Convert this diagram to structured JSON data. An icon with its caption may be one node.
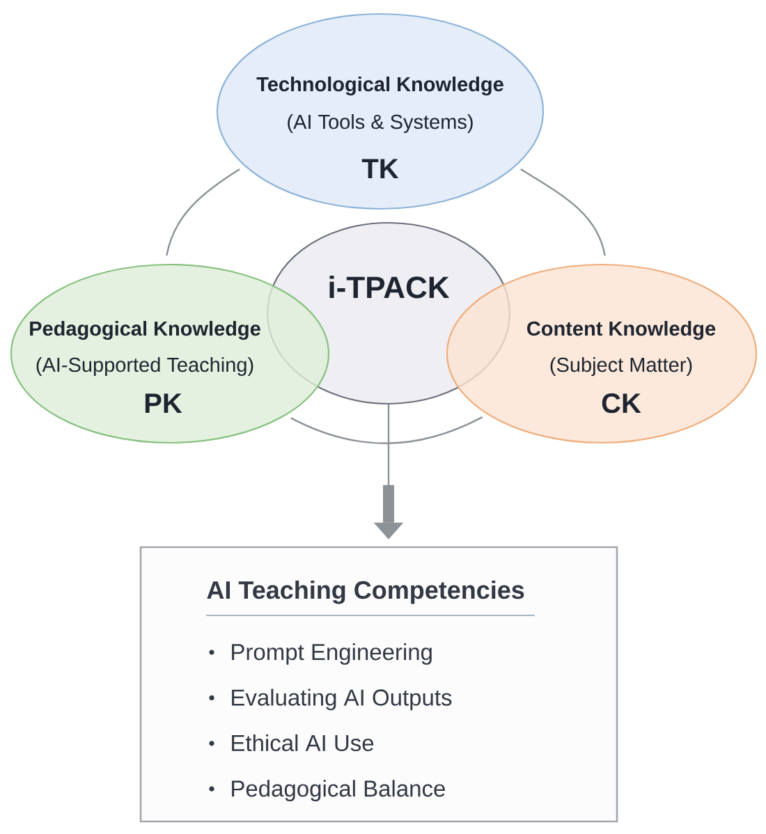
{
  "diagram": {
    "nodes": [
      {
        "text": [
          "Technological Knowledge",
          "(AI Tools & Systems)",
          "TK"
        ]
      },
      {
        "text": [
          "Pedagogical Knowledge",
          "(AI-Supported Teaching)",
          "PK"
        ]
      },
      {
        "text": [
          "i-TPACK"
        ]
      },
      {
        "text": [
          "Content Knowledge",
          "(Subject Matter)",
          "CK"
        ]
      },
      {
        "text": [
          "AI Teaching Competencies",
          "Prompt Engineering",
          "Evaluating AI Outputs",
          "Ethical AI Use",
          "Pedagogical Balance"
        ]
      }
    ],
    "edges": [
      {
        "from": 0,
        "to": 1,
        "arrow": "none"
      },
      {
        "from": 0,
        "to": 3,
        "arrow": "none"
      },
      {
        "from": 1,
        "to": 3,
        "arrow": "none"
      },
      {
        "from": 2,
        "to": 4,
        "arrow": "to"
      }
    ]
  }
}
